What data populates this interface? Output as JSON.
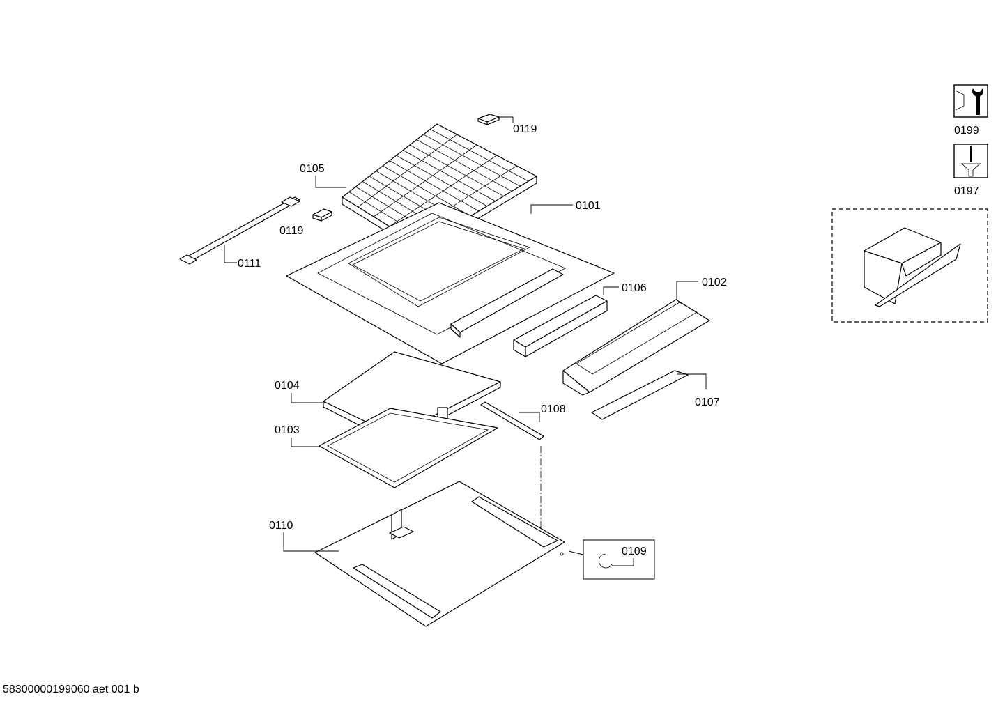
{
  "labels": {
    "p0119a": "0119",
    "p0105": "0105",
    "p0101": "0101",
    "p0119b": "0119",
    "p0111": "0111",
    "p0106": "0106",
    "p0102": "0102",
    "p0104": "0104",
    "p0108": "0108",
    "p0107": "0107",
    "p0103": "0103",
    "p0110": "0110",
    "p0109": "0109",
    "p0199": "0199",
    "p0197": "0197"
  },
  "footer": "58300000199060 aet 001 b",
  "icons": {
    "p0199": "wrench-nut-icon",
    "p0197": "screwdriver-screw-icon"
  },
  "colors": {
    "line": "#000000",
    "background": "#ffffff"
  }
}
